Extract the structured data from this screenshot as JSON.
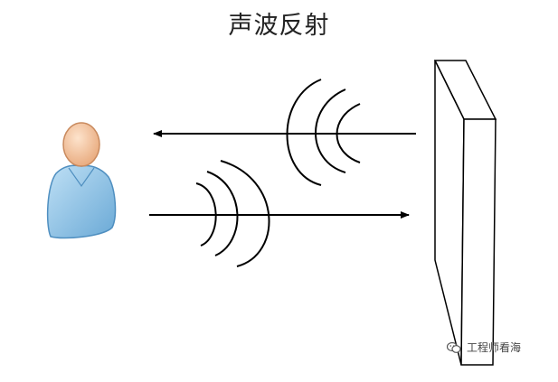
{
  "title": "声波反射",
  "watermark": {
    "text": "工程师看海",
    "icon": "wechat-logo-icon"
  },
  "figure": {
    "person": {
      "icon": "person-icon"
    },
    "wall": {
      "icon": "wall-icon"
    },
    "arrows": [
      {
        "name": "reflected-wave-arrow",
        "direction": "left"
      },
      {
        "name": "incident-wave-arrow",
        "direction": "right"
      }
    ]
  },
  "colors": {
    "line": "#000000",
    "skin": "#f2c09a",
    "shirt": "#8ec3e6",
    "shirt_dark": "#5a9ccc"
  }
}
